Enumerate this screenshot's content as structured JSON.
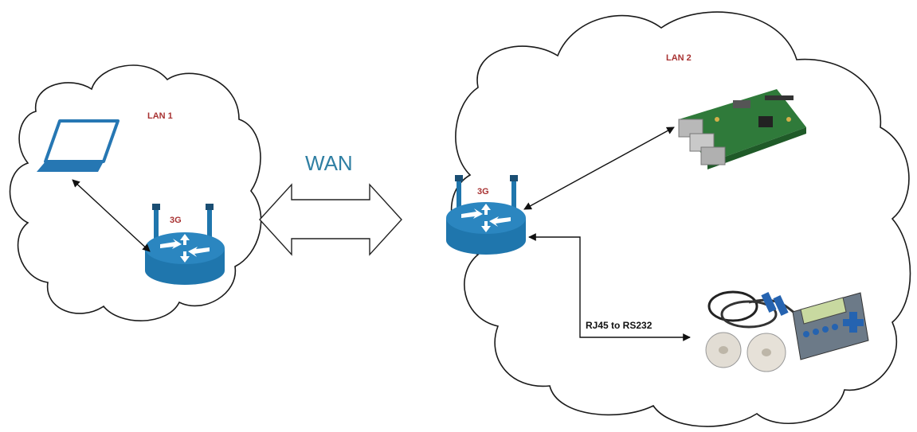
{
  "lan1": {
    "label": "LAN 1",
    "router_badge": "3G"
  },
  "lan2": {
    "label": "LAN 2",
    "router_badge": "3G"
  },
  "wan": {
    "label": "WAN"
  },
  "serial_link": {
    "label": "RJ45 to RS232"
  },
  "colors": {
    "lan_label": "#a83232",
    "wan_label": "#2f7fa3",
    "router_blue": "#1f76ad",
    "laptop_blue": "#2677b3",
    "cloud_stroke": "#1a1a1a",
    "board_green": "#2f7a3a"
  },
  "icons": {
    "laptop": "laptop-icon",
    "router": "router-icon",
    "raspberry_pi": "raspberry-pi-board-icon",
    "sensor_kit": "sensor-datalogger-icon"
  }
}
